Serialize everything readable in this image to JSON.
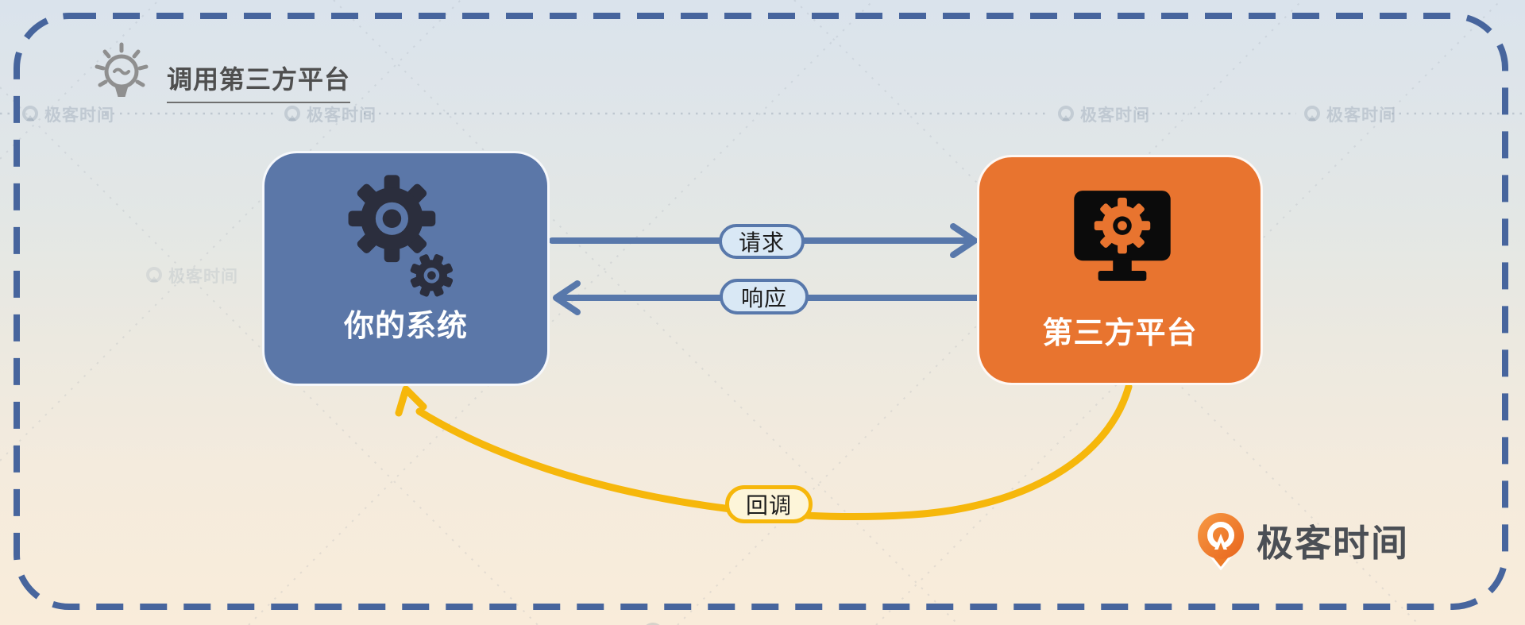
{
  "diagram": {
    "title": "调用第三方平台",
    "nodes": [
      {
        "id": "your-system",
        "label": "你的系统",
        "color": "#5B77A8"
      },
      {
        "id": "third-party",
        "label": "第三方平台",
        "color": "#E8742F"
      }
    ],
    "edges": [
      {
        "id": "request",
        "label": "请求",
        "from": "your-system",
        "to": "third-party",
        "color": "#5878AB",
        "style": "straight"
      },
      {
        "id": "response",
        "label": "响应",
        "from": "third-party",
        "to": "your-system",
        "color": "#5878AB",
        "style": "straight"
      },
      {
        "id": "callback",
        "label": "回调",
        "from": "third-party",
        "to": "your-system",
        "color": "#F6B70B",
        "style": "curved"
      }
    ]
  },
  "watermark": {
    "text": "极客时间"
  },
  "brand": {
    "logo_text": "极客时间"
  },
  "colors": {
    "background_top": "#DAE3EC",
    "background_bottom": "#F9ECDA",
    "dashed_border": "#47659D",
    "node_blue": "#5B77A8",
    "node_orange": "#E8742F",
    "arrow_blue": "#5878AB",
    "arrow_yellow": "#F6B70B",
    "pill_blue_fill": "#D9E8F5",
    "pill_yellow_fill": "#FDF5D9",
    "title_text": "#4F4F4F",
    "gear_dark": "#2B2E3D",
    "monitor_black": "#0B0B0B"
  }
}
